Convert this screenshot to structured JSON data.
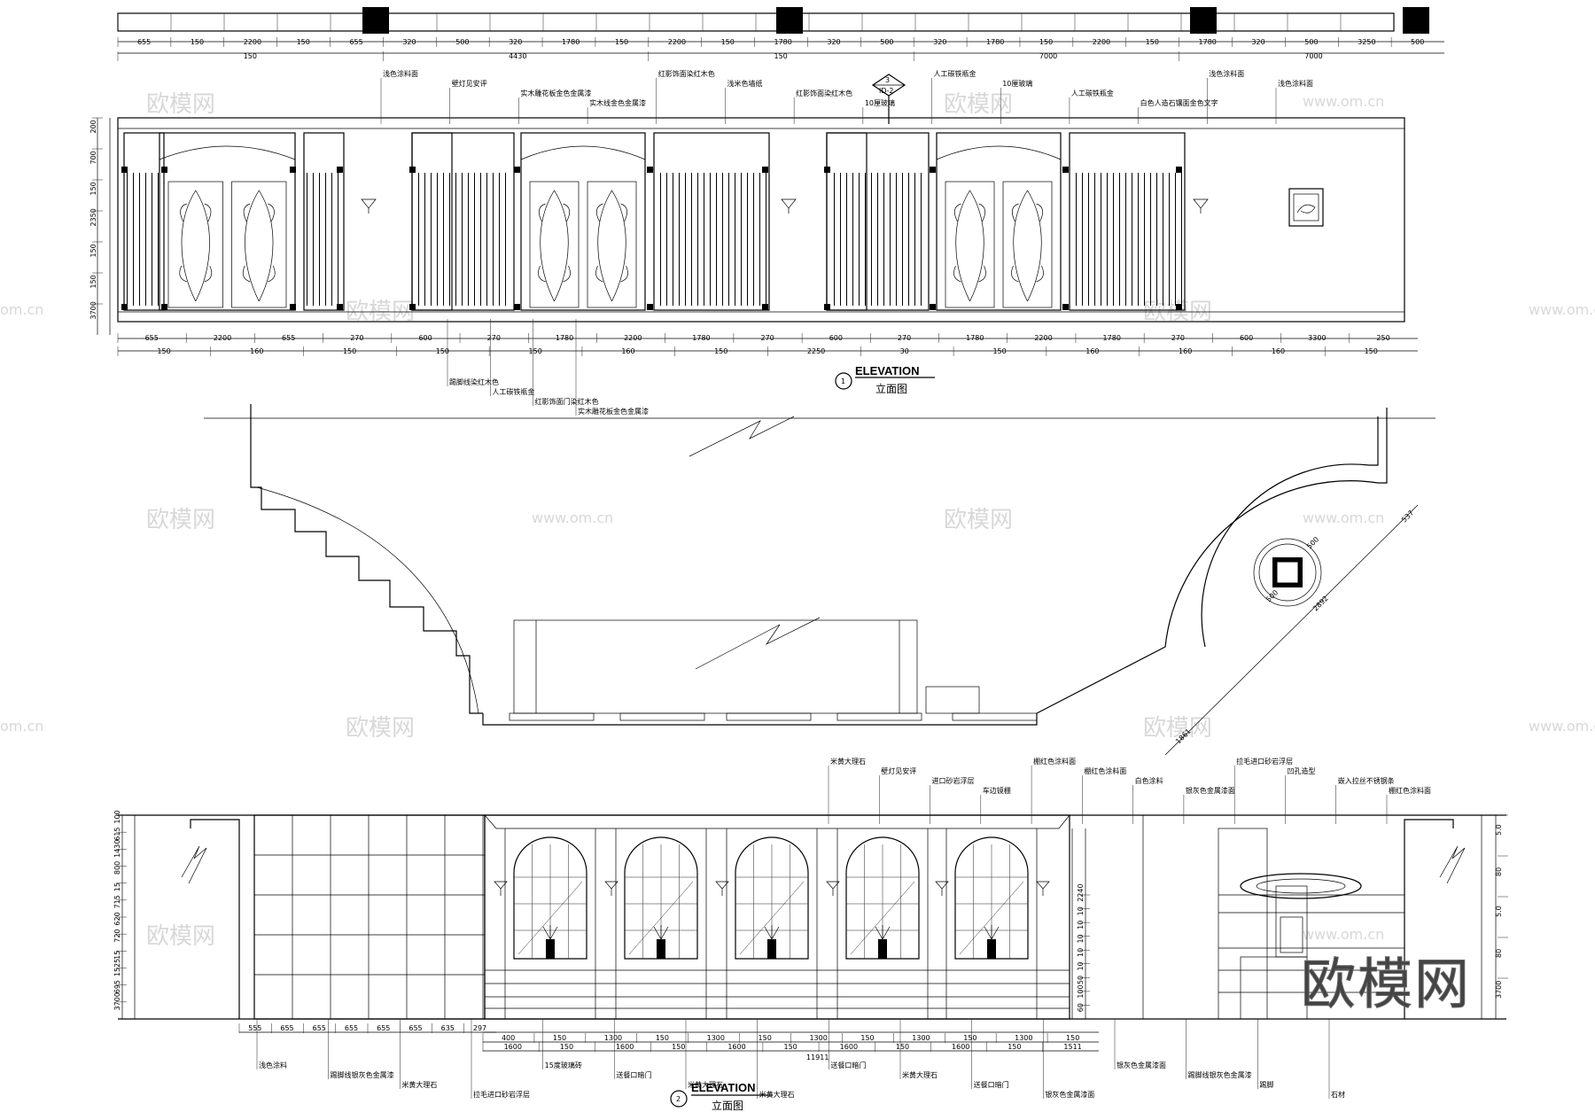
{
  "elevation_1": {
    "number": "1",
    "title_en": "ELEVATION",
    "title_cn": "立面图",
    "section_tag_top": "3",
    "section_tag_bottom": "ID-2",
    "top_dims_row1": [
      "655",
      "150",
      "2200",
      "150",
      "655",
      "320",
      "500",
      "320",
      "1780",
      "150",
      "2200",
      "150",
      "1780",
      "320",
      "500",
      "320",
      "1780",
      "150",
      "2200",
      "150",
      "1780",
      "320",
      "500",
      "3250",
      "500"
    ],
    "top_dims_row2": [
      "150",
      "4430",
      "150",
      "7000",
      "7000"
    ],
    "bottom_dims_row1": [
      "655",
      "2200",
      "655",
      "270",
      "600",
      "270",
      "1780",
      "2200",
      "1780",
      "270",
      "600",
      "270",
      "1780",
      "2200",
      "1780",
      "270",
      "600",
      "3300",
      "250"
    ],
    "bottom_dims_row2": [
      "150",
      "160",
      "150",
      "150",
      "150",
      "160",
      "150",
      "2250",
      "30",
      "150",
      "160",
      "160",
      "160",
      "150"
    ],
    "left_dims": [
      "200",
      "700",
      "150",
      "2350",
      "150",
      "150",
      "3700"
    ],
    "notes_top": [
      "浅色涂料面",
      "壁灯见安评",
      "实木雕花板金色金属漆",
      "实木线金色金属漆",
      "红影饰面染红木色",
      "浅米色墙纸",
      "红影饰面染红木色",
      "10厘玻璃",
      "人工碳铁瓶金",
      "10厘玻璃",
      "人工碳铁瓶金",
      "白色人造石镶面金色文字",
      "浅色涂料面",
      "浅色涂料面"
    ],
    "notes_bottom": [
      "踢脚线染红木色",
      "人工碳铁瓶金",
      "红影饰面门染红木色",
      "实木雕花板金色金属漆"
    ]
  },
  "plan": {
    "dims": [
      "500",
      "500",
      "2892",
      "537",
      "1861"
    ]
  },
  "elevation_2": {
    "number": "2",
    "title_en": "ELEVATION",
    "title_cn": "立面图",
    "left_dims": [
      "100",
      "615",
      "1430",
      "800",
      "15",
      "715",
      "620",
      "720",
      "15",
      "1525",
      "695",
      "3700"
    ],
    "mid_dims": [
      "2240",
      "10",
      "10",
      "10",
      "10",
      "10",
      "50",
      "100",
      "60"
    ],
    "right_dims": [
      "5.0",
      "80",
      "5.0",
      "80",
      "3700"
    ],
    "bottom_dims_row1": [
      "555",
      "655",
      "655",
      "655",
      "655",
      "655",
      "635",
      "297"
    ],
    "bottom_dims_row2": [
      "400",
      "150",
      "1300",
      "150",
      "1300",
      "150",
      "1300",
      "150",
      "1300",
      "150",
      "1300",
      "150"
    ],
    "bottom_dims_row3": [
      "1600",
      "150",
      "1600",
      "150",
      "1600",
      "150",
      "1600",
      "150",
      "1600",
      "150",
      "1511"
    ],
    "total_dim": "11911",
    "notes_top": [
      "米黄大理石",
      "壁灯见安评",
      "进口砂岩浮层",
      "车边镜棚",
      "棚红色涂料面",
      "棚红色涂料面",
      "白色涂料",
      "银灰色金属漆面",
      "拉毛进口砂岩浮层",
      "凹孔造型",
      "嵌入拉丝不锈钢条",
      "棚红色涂料面"
    ],
    "notes_bottom": [
      "浅色涂料",
      "踢脚线银灰色金属漆",
      "米黄大理石",
      "拉毛进口砂岩浮层",
      "15度玻璃砖",
      "送餐口暗门",
      "米黄大理石",
      "米黄大理石",
      "送餐口暗门",
      "米黄大理石",
      "送餐口暗门",
      "银灰色金属漆面",
      "银灰色金属漆面",
      "踢脚线银灰色金属漆",
      "踢脚",
      "石材"
    ]
  },
  "watermark": {
    "brand": "欧模网",
    "url": "www.om.cn",
    "domain": "om.cn"
  }
}
